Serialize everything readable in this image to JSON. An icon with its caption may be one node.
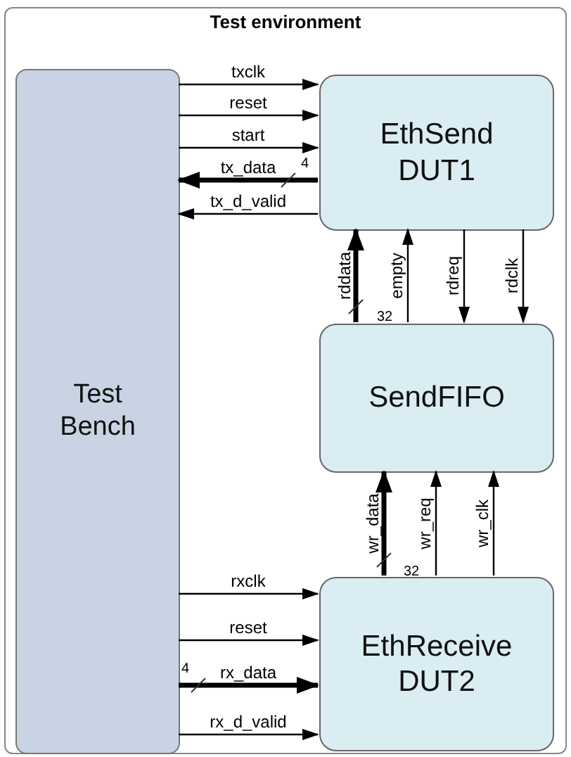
{
  "diagram": {
    "nodes": [
      {
        "text": [
          "Test environment"
        ]
      },
      {
        "text": [
          "Test Bench"
        ],
        "in": 0
      },
      {
        "text": [
          "EthSend DUT1"
        ],
        "in": 0
      },
      {
        "text": [
          "SendFIFO"
        ],
        "in": 0
      },
      {
        "text": [
          "EthReceive DUT2"
        ],
        "in": 0
      }
    ],
    "edges": [
      {
        "from": 1,
        "to": 2,
        "arrow": "to",
        "label": "txclk"
      },
      {
        "from": 1,
        "to": 2,
        "arrow": "to",
        "label": "reset"
      },
      {
        "from": 1,
        "to": 2,
        "arrow": "to",
        "label": "start"
      },
      {
        "from": 2,
        "to": 1,
        "arrow": "to",
        "label": "tx_data",
        "style": "thick"
      },
      {
        "from": 2,
        "to": 1,
        "arrow": "to",
        "label": "tx_d_valid"
      },
      {
        "from": 3,
        "to": 2,
        "arrow": "to",
        "label": "rddata",
        "style": "thick"
      },
      {
        "from": 3,
        "to": 2,
        "arrow": "to",
        "label": "empty"
      },
      {
        "from": 2,
        "to": 3,
        "arrow": "to",
        "label": "rdreq"
      },
      {
        "from": 2,
        "to": 3,
        "arrow": "to",
        "label": "rdclk"
      },
      {
        "from": 4,
        "to": 3,
        "arrow": "to",
        "label": "wr_data",
        "style": "thick"
      },
      {
        "from": 4,
        "to": 3,
        "arrow": "to",
        "label": "wr_req"
      },
      {
        "from": 4,
        "to": 3,
        "arrow": "to",
        "label": "wr_clk"
      },
      {
        "from": 1,
        "to": 4,
        "arrow": "to",
        "label": "rxclk"
      },
      {
        "from": 1,
        "to": 4,
        "arrow": "to",
        "label": "reset"
      },
      {
        "from": 1,
        "to": 4,
        "arrow": "to",
        "label": "rx_data",
        "style": "thick"
      },
      {
        "from": 1,
        "to": 4,
        "arrow": "to",
        "label": "rx_d_valid"
      }
    ],
    "labels": [
      "4",
      "32",
      "32",
      "4"
    ]
  }
}
